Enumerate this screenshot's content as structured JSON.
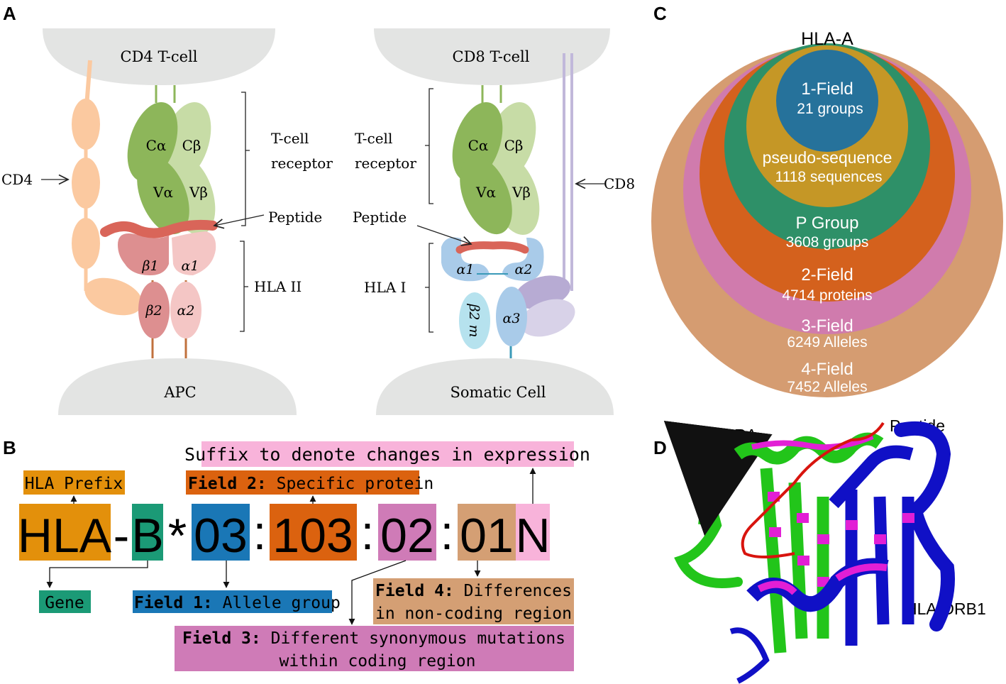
{
  "panel_letters": {
    "a": "A",
    "b": "B",
    "c": "C",
    "d": "D"
  },
  "panel_a": {
    "cd4_tcell": "CD4 T-cell",
    "cd8_tcell": "CD8 T-cell",
    "apc": "APC",
    "somatic": "Somatic Cell",
    "cd4_label": "CD4",
    "cd8_label": "CD8",
    "tcr_line1": "T-cell",
    "tcr_line2": "receptor",
    "peptide": "Peptide",
    "hla2": "HLA II",
    "hla1": "HLA I",
    "c_alpha": "Cα",
    "c_beta": "Cβ",
    "v_alpha": "Vα",
    "v_beta": "Vβ",
    "beta1": "β1",
    "alpha1": "α1",
    "beta2": "β2",
    "alpha2": "α2",
    "alpha3": "α3",
    "b2m": "β2 m",
    "colors": {
      "cell": "#e3e4e3",
      "tcr_dark": "#8db65a",
      "tcr_light": "#c7dca6",
      "peptide": "#d96559",
      "hla2_dark": "#dd8f90",
      "hla2_light": "#f4c6c5",
      "cd4": "#fbc9a0",
      "hla1": "#a9cbe9",
      "b2m": "#b6e2ee",
      "cd8": "#c1b8da"
    }
  },
  "panel_b": {
    "allele_parts": [
      "HLA",
      "-",
      "B",
      "*",
      "03",
      ":",
      "103",
      ":",
      "02",
      ":",
      "01",
      "N"
    ],
    "hla_prefix": "HLA Prefix",
    "gene": "Gene",
    "field1_bold": "Field 1:",
    "field1_text": " Allele group",
    "field2_bold": "Field 2:",
    "field2_text": " Specific protein",
    "field3_bold": "Field 3:",
    "field3_text": " Different synonymous mutations",
    "field3_line2": "within coding region",
    "field4_bold": "Field 4:",
    "field4_text": " Differences",
    "field4_line2": "in non-coding region",
    "suffix": "Suffix to denote changes in expression",
    "colors": {
      "prefix": "#e3900b",
      "gene": "#1b9a76",
      "field1": "#1a77b6",
      "field2": "#db620f",
      "field3": "#cf7bb7",
      "field4": "#d49f74",
      "suffix": "#f8b3da"
    }
  },
  "panel_c": {
    "title": "HLA-A",
    "levels": [
      {
        "name": "4-Field",
        "count": "7452 Alleles",
        "color": "#d59c71"
      },
      {
        "name": "3-Field",
        "count": "6249 Alleles",
        "color": "#d07bad"
      },
      {
        "name": "2-Field",
        "count": "4714 proteins",
        "color": "#d4611d"
      },
      {
        "name": "P Group",
        "count": "3608 groups",
        "color": "#2e9068"
      },
      {
        "name": "pseudo-sequence",
        "count": "1118 sequences",
        "color": "#c59726"
      },
      {
        "name": "1-Field",
        "count": "21 groups",
        "color": "#26729b"
      }
    ]
  },
  "panel_d": {
    "dra": "HLA-DRA",
    "drb1": "HLA-DRB1",
    "peptide": "Peptide",
    "colors": {
      "dra": "#22c51a",
      "drb1": "#1010c6",
      "contact": "#e21fd5",
      "peptide": "#d8140e"
    }
  }
}
